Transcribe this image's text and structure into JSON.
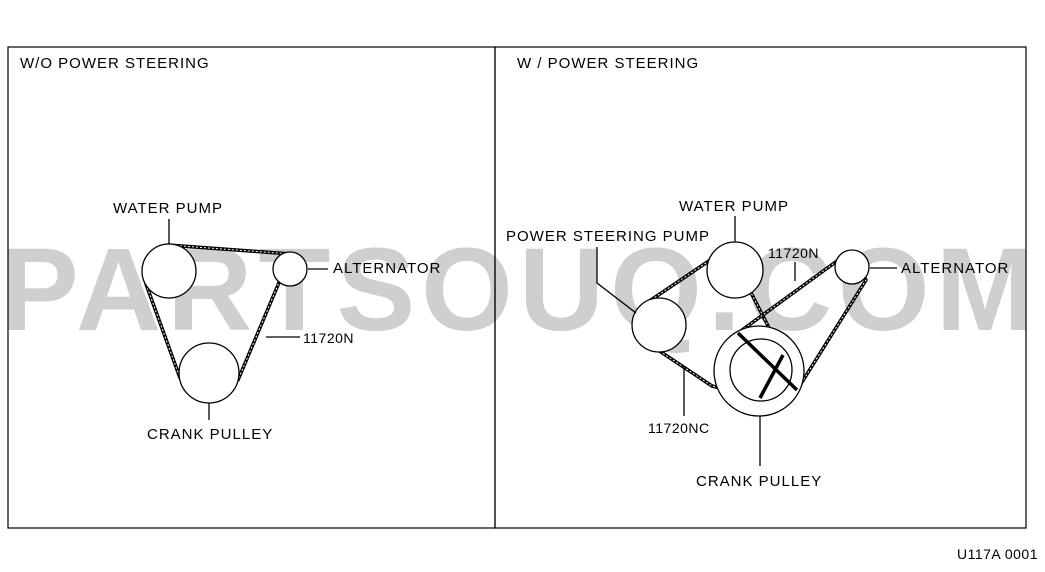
{
  "watermark": "PARTSOUQ.COM",
  "left_panel": {
    "header": "W/O POWER STEERING",
    "water_pump": "WATER PUMP",
    "alternator": "ALTERNATOR",
    "belt_part": "11720N",
    "crank_pulley": "CRANK PULLEY"
  },
  "right_panel": {
    "header": "W / POWER STEERING",
    "water_pump": "WATER PUMP",
    "power_steering_pump": "POWER STEERING PUMP",
    "belt_part_upper": "11720N",
    "alternator": "ALTERNATOR",
    "belt_part_lower": "11720NC",
    "crank_pulley": "CRANK PULLEY"
  },
  "figure_code": "U117A 0001"
}
